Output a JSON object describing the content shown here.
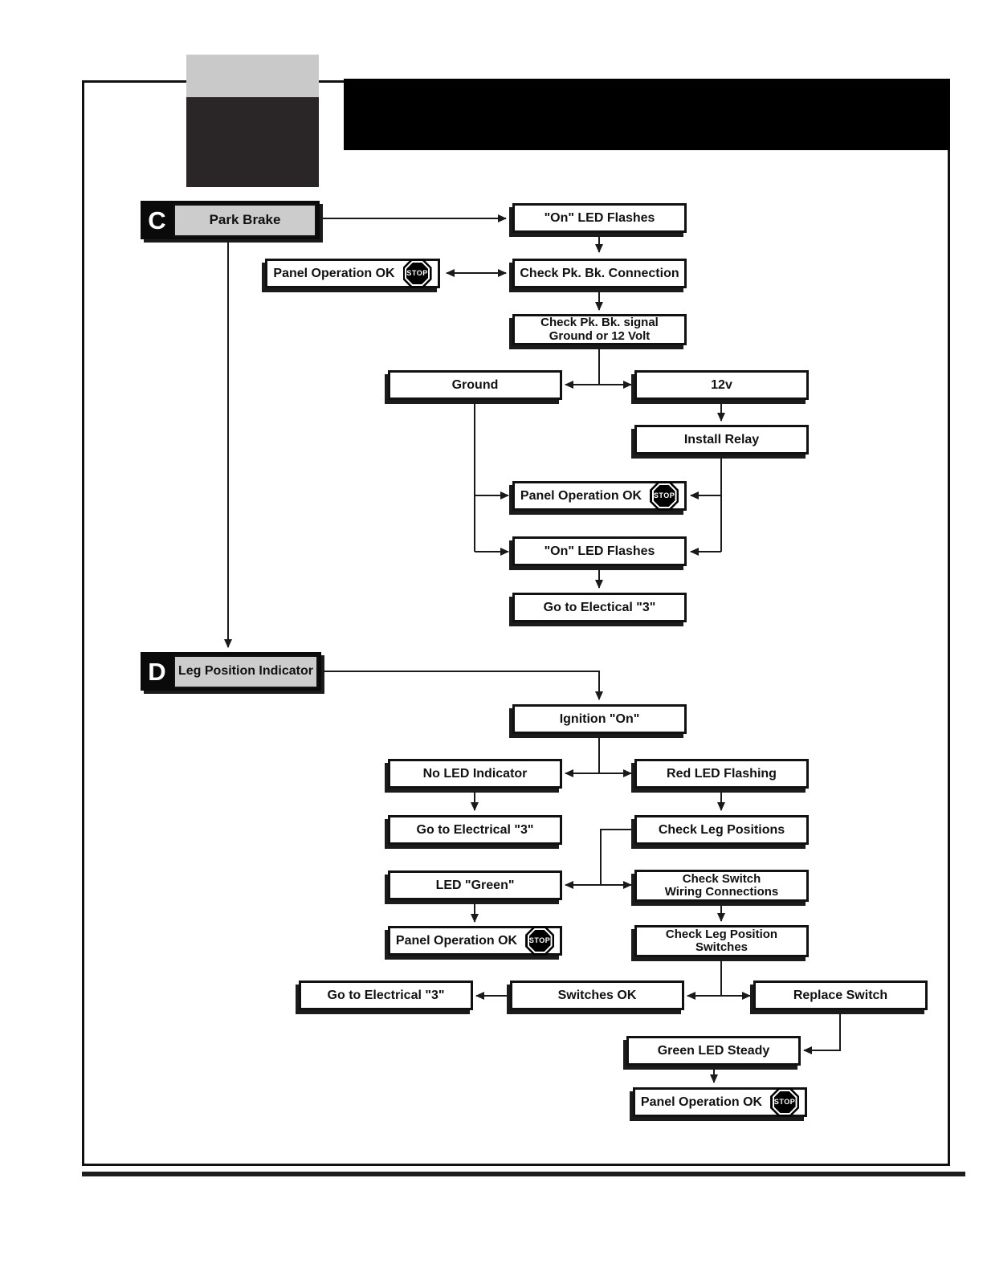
{
  "sections": {
    "c": {
      "letter": "C",
      "title": "Park Brake"
    },
    "d": {
      "letter": "D",
      "title": "Leg Position Indicator"
    }
  },
  "stop_label": "STOP",
  "nodes": {
    "park_brake": "Park Brake",
    "on_led_flashes_a": "\"On\" LED Flashes",
    "panel_operation_ok_a": "Panel Operation OK",
    "check_pk_bk_connection": "Check Pk. Bk. Connection",
    "check_pk_bk_signal": {
      "line1": "Check Pk. Bk. signal",
      "line2": "Ground or 12 Volt"
    },
    "ground": "Ground",
    "twelve_v": "12v",
    "install_relay": "Install Relay",
    "panel_operation_ok_b": "Panel Operation OK",
    "on_led_flashes_b": "\"On\" LED Flashes",
    "go_to_electical_3": "Go to Electical \"3\"",
    "ignition_on": "Ignition \"On\"",
    "no_led_indicator": "No LED Indicator",
    "red_led_flashing": "Red LED Flashing",
    "go_to_electrical_3_a": "Go to Electrical \"3\"",
    "check_leg_positions": "Check Leg Positions",
    "led_green": "LED \"Green\"",
    "check_switch_wiring": {
      "line1": "Check Switch",
      "line2": "Wiring Connections"
    },
    "panel_operation_ok_c": "Panel Operation OK",
    "check_leg_position_switches": {
      "line1": "Check Leg Position",
      "line2": "Switches"
    },
    "go_to_electrical_3_b": "Go to Electrical \"3\"",
    "switches_ok": "Switches OK",
    "replace_switch": "Replace Switch",
    "green_led_steady": "Green LED Steady",
    "panel_operation_ok_d": "Panel Operation OK"
  },
  "edges": [
    {
      "from": "Park Brake",
      "to": "\"On\" LED Flashes",
      "style": "arrow"
    },
    {
      "from": "\"On\" LED Flashes",
      "to": "Check Pk. Bk. Connection",
      "style": "arrow"
    },
    {
      "from": "Check Pk. Bk. Connection",
      "to": "Panel Operation OK",
      "style": "double-arrow"
    },
    {
      "from": "Check Pk. Bk. Connection",
      "to": "Check Pk. Bk. signal Ground or 12 Volt",
      "style": "arrow"
    },
    {
      "from": "Check Pk. Bk. signal Ground or 12 Volt",
      "to": "Ground",
      "style": "arrow"
    },
    {
      "from": "Check Pk. Bk. signal Ground or 12 Volt",
      "to": "12v",
      "style": "arrow"
    },
    {
      "from": "12v",
      "to": "Install Relay",
      "style": "arrow"
    },
    {
      "from": "Ground",
      "to": "Panel Operation OK",
      "style": "arrow"
    },
    {
      "from": "Ground",
      "to": "\"On\" LED Flashes",
      "style": "arrow"
    },
    {
      "from": "Install Relay",
      "to": "Panel Operation OK",
      "style": "arrow"
    },
    {
      "from": "Install Relay",
      "to": "\"On\" LED Flashes",
      "style": "arrow"
    },
    {
      "from": "\"On\" LED Flashes",
      "to": "Go to Electical \"3\"",
      "style": "arrow"
    },
    {
      "from": "Park Brake",
      "to": "Leg Position Indicator",
      "style": "arrow"
    },
    {
      "from": "Leg Position Indicator",
      "to": "Ignition \"On\"",
      "style": "arrow"
    },
    {
      "from": "Ignition \"On\"",
      "to": "No LED Indicator",
      "style": "arrow"
    },
    {
      "from": "Ignition \"On\"",
      "to": "Red LED Flashing",
      "style": "arrow"
    },
    {
      "from": "No LED Indicator",
      "to": "Go to Electrical \"3\"",
      "style": "arrow"
    },
    {
      "from": "Red LED Flashing",
      "to": "Check Leg Positions",
      "style": "arrow"
    },
    {
      "from": "Check Leg Positions",
      "to": "LED \"Green\"",
      "style": "arrow"
    },
    {
      "from": "Check Leg Positions",
      "to": "Check Switch Wiring Connections",
      "style": "arrow"
    },
    {
      "from": "LED \"Green\"",
      "to": "Panel Operation OK",
      "style": "arrow"
    },
    {
      "from": "Check Switch Wiring Connections",
      "to": "Check Leg Position Switches",
      "style": "arrow"
    },
    {
      "from": "Check Leg Position Switches",
      "to": "Switches OK",
      "style": "arrow"
    },
    {
      "from": "Check Leg Position Switches",
      "to": "Replace Switch",
      "style": "arrow"
    },
    {
      "from": "Switches OK",
      "to": "Go to Electrical \"3\"",
      "style": "arrow"
    },
    {
      "from": "Replace Switch",
      "to": "Green LED Steady",
      "style": "arrow"
    },
    {
      "from": "Green LED Steady",
      "to": "Panel Operation OK",
      "style": "arrow"
    }
  ],
  "colors": {
    "box_border": "#111111",
    "box_shadow": "#1b1b1b",
    "connector": "#1a1a1a",
    "tab_fill": "#cccccc",
    "header_bar": "#000000",
    "thumbnail_gray": "#c9c9c9",
    "thumbnail_dark": "#2a2627"
  }
}
